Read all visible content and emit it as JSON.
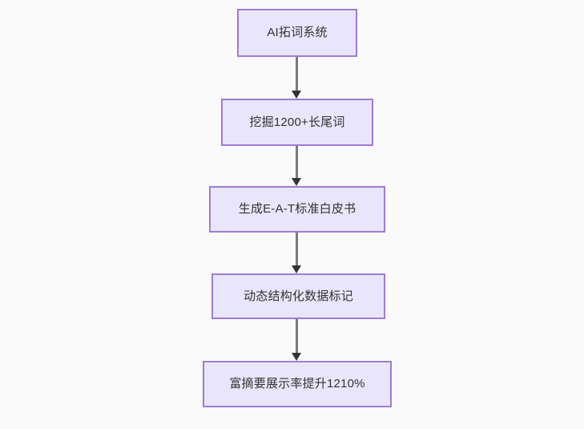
{
  "diagram": {
    "type": "flowchart",
    "orientation": "top-to-bottom",
    "background_color": "#fafafa",
    "node_fill_color": "#e9e6fb",
    "node_border_color": "#9f7bd4",
    "node_text_color": "#333333",
    "connector_color": "#7b7b7b",
    "arrowhead_color": "#333333",
    "nodes": [
      {
        "id": "node-1",
        "label": "AI拓词系统"
      },
      {
        "id": "node-2",
        "label": "挖掘1200+长尾词"
      },
      {
        "id": "node-3",
        "label": "生成E-A-T标准白皮书"
      },
      {
        "id": "node-4",
        "label": "动态结构化数据标记"
      },
      {
        "id": "node-5",
        "label": "富摘要展示率提升1210%"
      }
    ],
    "edges": [
      {
        "id": "connector-1",
        "from": "node-1",
        "to": "node-2",
        "label": ""
      },
      {
        "id": "connector-2",
        "from": "node-2",
        "to": "node-3",
        "label": ""
      },
      {
        "id": "connector-3",
        "from": "node-3",
        "to": "node-4",
        "label": ""
      },
      {
        "id": "connector-4",
        "from": "node-4",
        "to": "node-5",
        "label": ""
      }
    ]
  }
}
